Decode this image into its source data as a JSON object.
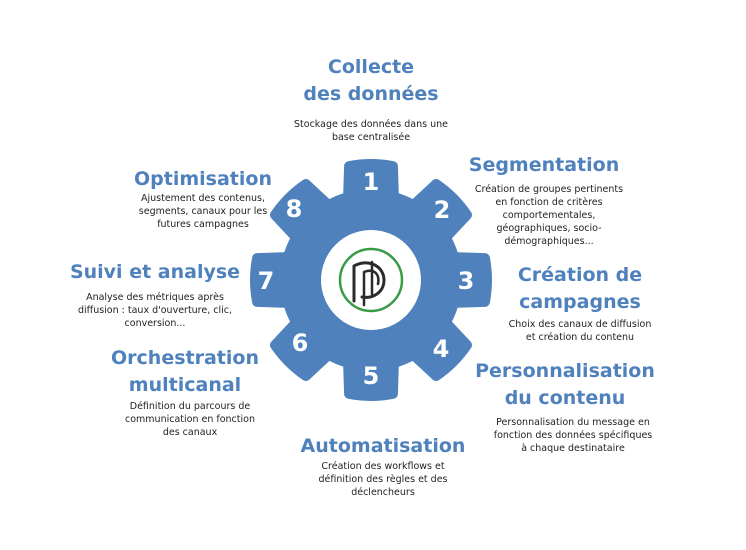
{
  "colors": {
    "gear": "#4f81bd",
    "title": "#4f81bd",
    "text": "#222222",
    "logo_ring": "#3a9b47",
    "logo_mark": "#2b2b2b"
  },
  "icons": {
    "center_logo": "logo-icon"
  },
  "steps": [
    {
      "number": "1",
      "title": "Collecte\ndes données",
      "desc": "Stockage des données dans une\nbase centralisée"
    },
    {
      "number": "2",
      "title": "Segmentation",
      "desc": "Création de groupes pertinents\nen fonction de critères\ncomportementales,\ngéographiques, socio-\ndémographiques..."
    },
    {
      "number": "3",
      "title": "Création de\ncampagnes",
      "desc": "Choix des canaux de diffusion\net création du contenu"
    },
    {
      "number": "4",
      "title": "Personnalisation\ndu contenu",
      "desc": "Personnalisation du message en\nfonction des données spécifiques\nà chaque destinataire"
    },
    {
      "number": "5",
      "title": "Automatisation",
      "desc": "Création des workflows et\ndéfinition des règles et des\ndéclencheurs"
    },
    {
      "number": "6",
      "title": "Orchestration\nmulticanal",
      "desc": "Définition du parcours de\ncommunication en fonction\ndes canaux"
    },
    {
      "number": "7",
      "title": "Suivi et analyse",
      "desc": "Analyse des métriques après\ndiffusion : taux d'ouverture, clic,\nconversion..."
    },
    {
      "number": "8",
      "title": "Optimisation",
      "desc": "Ajustement des contenus,\nsegments, canaux pour les\nfutures campagnes"
    }
  ]
}
